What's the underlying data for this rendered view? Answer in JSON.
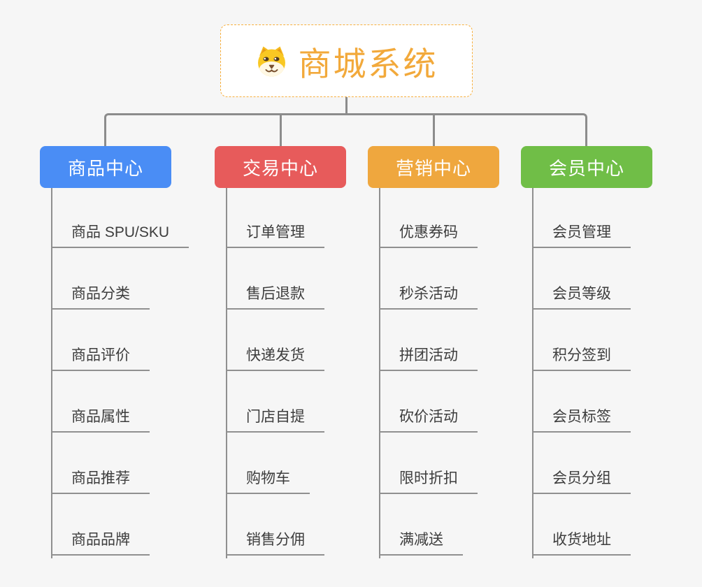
{
  "root": {
    "title": "商城系统",
    "icon": "dog-mascot-icon",
    "background": "#FFFFFF",
    "border_color": "#F7AF3D",
    "title_color": "#F2A93B"
  },
  "branches": [
    {
      "label": "商品中心",
      "color": "#4A8DF5",
      "items": [
        "商品 SPU/SKU",
        "商品分类",
        "商品评价",
        "商品属性",
        "商品推荐",
        "商品品牌"
      ]
    },
    {
      "label": "交易中心",
      "color": "#E75B5B",
      "items": [
        "订单管理",
        "售后退款",
        "快递发货",
        "门店自提",
        "购物车",
        "销售分佣"
      ]
    },
    {
      "label": "营销中心",
      "color": "#EFA73E",
      "items": [
        "优惠券码",
        "秒杀活动",
        "拼团活动",
        "砍价活动",
        "限时折扣",
        "满减送"
      ]
    },
    {
      "label": "会员中心",
      "color": "#70BE47",
      "items": [
        "会员管理",
        "会员等级",
        "积分签到",
        "会员标签",
        "会员分组",
        "收货地址"
      ]
    }
  ],
  "colors": {
    "canvas_background": "#F6F6F6",
    "connector": "#8C8C8C",
    "leaf_text": "#3D3D3D",
    "leaf_underline": "#909090"
  }
}
